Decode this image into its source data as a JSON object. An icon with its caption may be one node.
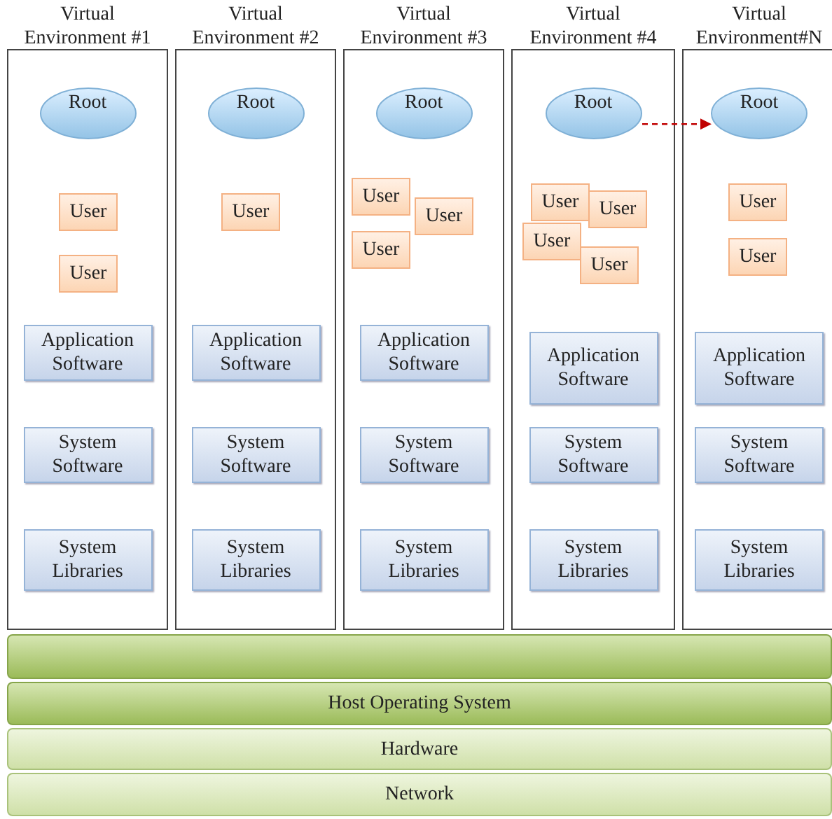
{
  "diagram": {
    "nodes": [
      {
        "text": [
          "Virtual Environment #1"
        ]
      },
      {
        "text": [
          "Root"
        ],
        "in": 0
      },
      {
        "text": [
          "User"
        ],
        "in": 0
      },
      {
        "text": [
          "User"
        ],
        "in": 0
      },
      {
        "text": [
          "Application Software"
        ],
        "in": 0
      },
      {
        "text": [
          "System Software"
        ],
        "in": 0
      },
      {
        "text": [
          "System Libraries"
        ],
        "in": 0
      },
      {
        "text": [
          "Virtual Environment #2"
        ]
      },
      {
        "text": [
          "Root"
        ],
        "in": 7
      },
      {
        "text": [
          "User"
        ],
        "in": 7
      },
      {
        "text": [
          "Application Software"
        ],
        "in": 7
      },
      {
        "text": [
          "System Software"
        ],
        "in": 7
      },
      {
        "text": [
          "System Libraries"
        ],
        "in": 7
      },
      {
        "text": [
          "Virtual Environment #3"
        ]
      },
      {
        "text": [
          "Root"
        ],
        "in": 13
      },
      {
        "text": [
          "User"
        ],
        "in": 13
      },
      {
        "text": [
          "User"
        ],
        "in": 13
      },
      {
        "text": [
          "User"
        ],
        "in": 13
      },
      {
        "text": [
          "Application Software"
        ],
        "in": 13
      },
      {
        "text": [
          "System Software"
        ],
        "in": 13
      },
      {
        "text": [
          "System Libraries"
        ],
        "in": 13
      },
      {
        "text": [
          "Virtual Environment #4"
        ]
      },
      {
        "text": [
          "Root"
        ],
        "in": 21
      },
      {
        "text": [
          "User"
        ],
        "in": 21
      },
      {
        "text": [
          "User"
        ],
        "in": 21
      },
      {
        "text": [
          "User"
        ],
        "in": 21
      },
      {
        "text": [
          "User"
        ],
        "in": 21
      },
      {
        "text": [
          "Application Software"
        ],
        "in": 21
      },
      {
        "text": [
          "System Software"
        ],
        "in": 21
      },
      {
        "text": [
          "System Libraries"
        ],
        "in": 21
      },
      {
        "text": [
          "Virtual Environment#N"
        ]
      },
      {
        "text": [
          "Root"
        ],
        "in": 30
      },
      {
        "text": [
          "User"
        ],
        "in": 30
      },
      {
        "text": [
          "User"
        ],
        "in": 30
      },
      {
        "text": [
          "Application Software"
        ],
        "in": 30
      },
      {
        "text": [
          "System Software"
        ],
        "in": 30
      },
      {
        "text": [
          "System Libraries"
        ],
        "in": 30
      },
      {
        "text": [],
        "shape": "bar"
      },
      {
        "text": [
          "Host Operating System"
        ]
      },
      {
        "text": [
          "Hardware"
        ]
      },
      {
        "text": [
          "Network"
        ]
      }
    ],
    "edges": [
      {
        "from": 22,
        "to": 31,
        "arrow": "to",
        "style": "dashed",
        "color": "#c00000"
      }
    ]
  }
}
